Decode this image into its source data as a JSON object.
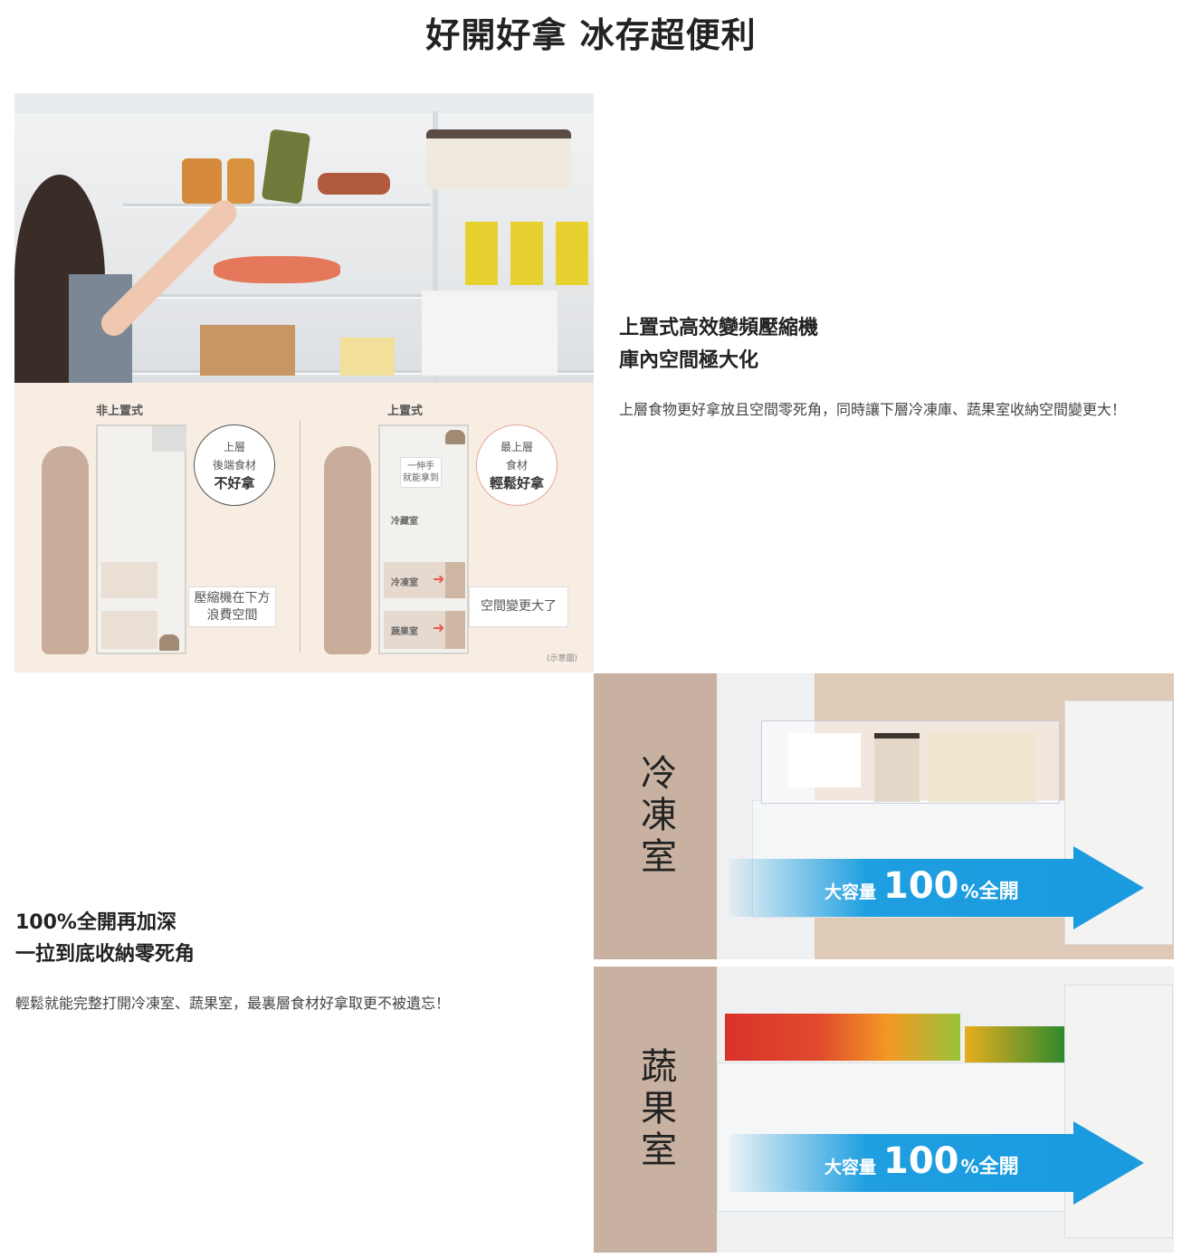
{
  "page_title": "好開好拿 冰存超便利",
  "section1": {
    "heading_line1": "上置式高效變頻壓縮機",
    "heading_line2": "庫內空間極大化",
    "body": "上層食物更好拿放且空間零死角，同時讓下層冷凍庫、蔬果室收納空間變更大！",
    "diagram": {
      "left_label": "非上置式",
      "right_label": "上置式",
      "left_bubble": [
        "上層",
        "後端食材",
        "不好拿"
      ],
      "right_bubble": [
        "最上層",
        "食材",
        "輕鬆好拿"
      ],
      "reach_note": [
        "一伸手",
        "就能拿到"
      ],
      "left_box": [
        "壓縮機在下方",
        "浪費空間"
      ],
      "right_box": "空間變更大了",
      "compartments": [
        "冷藏室",
        "冷凍室",
        "蔬果室"
      ],
      "disclaimer": "(示意圖)"
    }
  },
  "section2": {
    "heading_line1": "100%全開再加深",
    "heading_line2": "一拉到底收納零死角",
    "body": "輕鬆就能完整打開冷凍室、蔬果室，最裏層食材好拿取更不被遺忘！",
    "panels": [
      {
        "label": "冷凍室",
        "tag": "大容量",
        "big": "100",
        "pct": "%",
        "suffix": "全開"
      },
      {
        "label": "蔬果室",
        "tag": "大容量",
        "big": "100",
        "pct": "%",
        "suffix": "全開"
      }
    ]
  },
  "colors": {
    "accent_blue": "#1a9be0",
    "panel_side": "#c8b1a1",
    "diagram_bg": "#f7ede2"
  }
}
